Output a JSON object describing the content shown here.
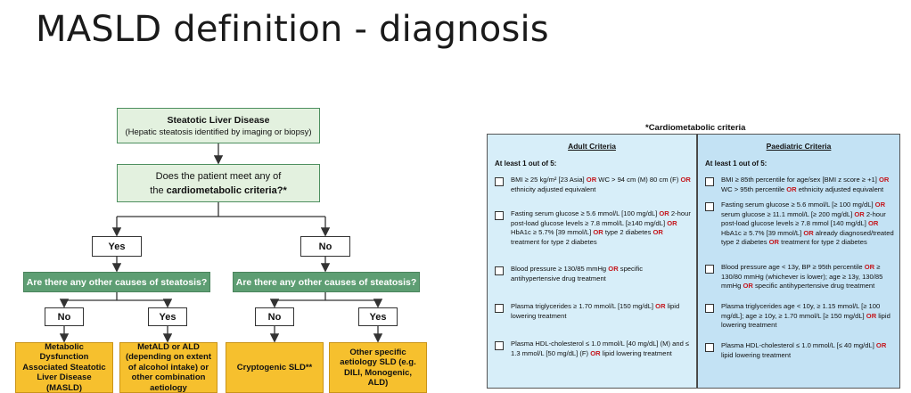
{
  "title": "MASLD definition - diagnosis",
  "flowchart": {
    "sld_title": "Steatotic Liver Disease",
    "sld_subtitle": "(Hepatic steatosis identified by imaging or biopsy)",
    "question_line1": "Does the patient meet any of",
    "question_line2_prefix": "the ",
    "question_line2_bold": "cardiometabolic criteria?*",
    "yes_label": "Yes",
    "no_label": "No",
    "other_causes_label": "Are there any other causes of steatosis?",
    "out_masld": "Metabolic Dysfunction Associated Steatotic Liver Disease (MASLD)",
    "out_metald": "MetALD or ALD (depending on extent of alcohol intake) or other combination aetiology",
    "out_cryptogenic": "Cryptogenic SLD**",
    "out_other": "Other specific aetiology SLD (e.g. DILI, Monogenic, ALD)",
    "colors": {
      "box_green": "#e3f1df",
      "question_green": "#5e9e73",
      "outcome_orange": "#f6c02e",
      "or_red": "#c4161c"
    }
  },
  "criteria": {
    "heading": "*Cardiometabolic criteria",
    "or_word": "OR",
    "adult": {
      "title": "Adult Criteria",
      "at_least": "At least 1 out of 5:",
      "items": [
        [
          {
            "t": "BMI ≥ 25 kg/m² [23 Asia] "
          },
          {
            "t": "OR",
            "or": true
          },
          {
            "t": " WC > 94 cm (M) 80 cm (F) "
          },
          {
            "t": "OR",
            "or": true
          },
          {
            "t": " ethnicity adjusted equivalent"
          }
        ],
        [
          {
            "t": "Fasting serum glucose ≥ 5.6 mmol/L [100 mg/dL] "
          },
          {
            "t": "OR",
            "or": true
          },
          {
            "t": " 2-hour post-load glucose levels ≥ 7.8 mmol/L [≥140 mg/dL] "
          },
          {
            "t": "OR",
            "or": true
          },
          {
            "t": " HbA1c ≥ 5.7% [39 mmol/L] "
          },
          {
            "t": "OR",
            "or": true
          },
          {
            "t": " type 2 diabetes "
          },
          {
            "t": "OR",
            "or": true
          },
          {
            "t": " treatment for type 2 diabetes"
          }
        ],
        [
          {
            "t": "Blood pressure ≥ 130/85 mmHg "
          },
          {
            "t": "OR",
            "or": true
          },
          {
            "t": " specific antihypertensive drug treatment"
          }
        ],
        [
          {
            "t": "Plasma triglycerides ≥ 1.70 mmol/L [150 mg/dL] "
          },
          {
            "t": "OR",
            "or": true
          },
          {
            "t": " lipid lowering treatment"
          }
        ],
        [
          {
            "t": "Plasma HDL-cholesterol ≤ 1.0 mmol/L [40 mg/dL] (M) and ≤ 1.3 mmol/L [50 mg/dL] (F) "
          },
          {
            "t": "OR",
            "or": true
          },
          {
            "t": " lipid lowering treatment"
          }
        ]
      ]
    },
    "paediatric": {
      "title": "Paediatric Criteria",
      "at_least": "At least 1 out of 5:",
      "items": [
        [
          {
            "t": "BMI ≥ 85th percentile for age/sex [BMI z score ≥ +1] "
          },
          {
            "t": "OR",
            "or": true
          },
          {
            "t": " WC > 95th percentile "
          },
          {
            "t": "OR",
            "or": true
          },
          {
            "t": " ethnicity adjusted equivalent"
          }
        ],
        [
          {
            "t": "Fasting serum glucose ≥ 5.6 mmol/L [≥ 100 mg/dL] "
          },
          {
            "t": "OR",
            "or": true
          },
          {
            "t": " serum glucose ≥ 11.1 mmol/L [≥ 200 mg/dL] "
          },
          {
            "t": "OR",
            "or": true
          },
          {
            "t": " 2-hour post-load glucose levels ≥ 7.8 mmol [140 mg/dL] "
          },
          {
            "t": "OR",
            "or": true
          },
          {
            "t": " HbA1c ≥ 5.7% [39 mmol/L] "
          },
          {
            "t": "OR",
            "or": true
          },
          {
            "t": " already diagnosed/treated type 2 diabetes "
          },
          {
            "t": "OR",
            "or": true
          },
          {
            "t": " treatment for type 2 diabetes"
          }
        ],
        [
          {
            "t": "Blood pressure age < 13y, BP ≥ 95th percentile "
          },
          {
            "t": "OR",
            "or": true
          },
          {
            "t": " ≥ 130/80 mmHg (whichever is lower); age ≥ 13y, 130/85 mmHg "
          },
          {
            "t": "OR",
            "or": true
          },
          {
            "t": " specific antihypertensive drug treatment"
          }
        ],
        [
          {
            "t": "Plasma triglycerides age < 10y, ≥ 1.15 mmol/L [≥ 100 mg/dL]; age ≥ 10y, ≥ 1.70 mmol/L [≥ 150 mg/dL] "
          },
          {
            "t": "OR",
            "or": true
          },
          {
            "t": " lipid lowering treatment"
          }
        ],
        [
          {
            "t": "Plasma HDL-cholesterol ≤ 1.0 mmol/L [≤ 40 mg/dL] "
          },
          {
            "t": "OR",
            "or": true
          },
          {
            "t": " lipid lowering treatment"
          }
        ]
      ]
    }
  }
}
